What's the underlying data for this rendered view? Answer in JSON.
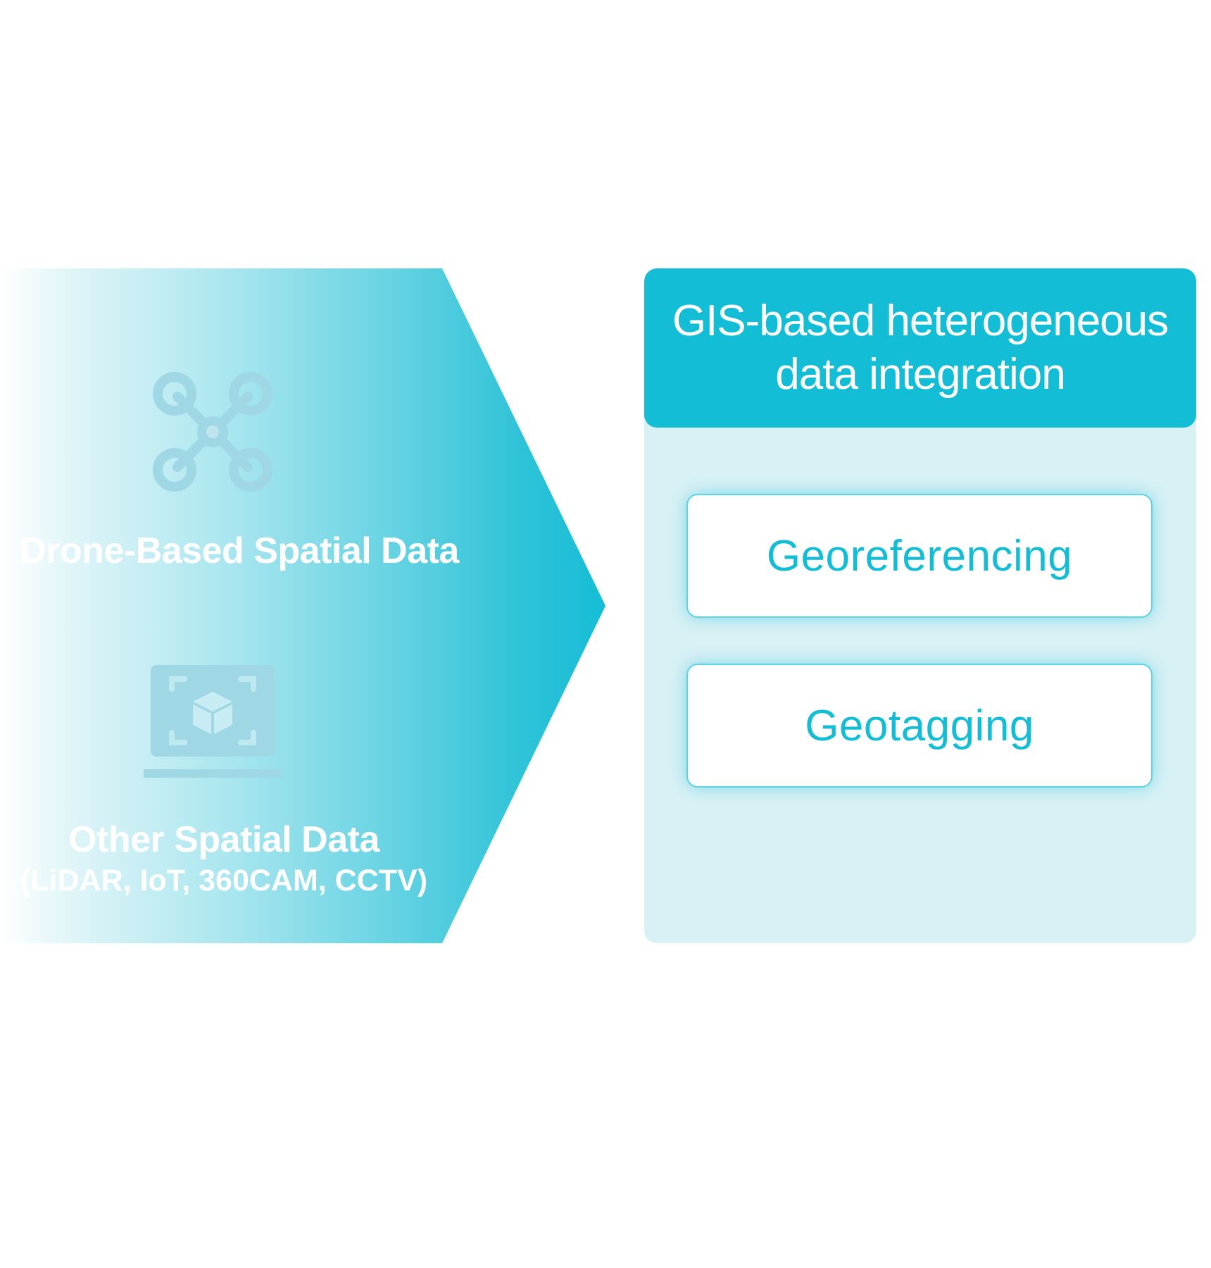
{
  "colors": {
    "accent": "#14bdd6",
    "panel_background": "#d7f1f5",
    "card_background": "#ffffff",
    "icon_tint": "#9fd8e4"
  },
  "sources": {
    "drone": {
      "icon": "drone-icon",
      "label": "Drone-Based Spatial Data"
    },
    "other": {
      "icon": "laptop-3d-scan-icon",
      "label": "Other Spatial Data",
      "sublabel": "(LiDAR, IoT, 360CAM, CCTV)"
    }
  },
  "integration": {
    "title_line1": "GIS-based heterogeneous",
    "title_line2": "data integration",
    "methods": [
      {
        "label": "Georeferencing"
      },
      {
        "label": "Geotagging"
      }
    ]
  }
}
